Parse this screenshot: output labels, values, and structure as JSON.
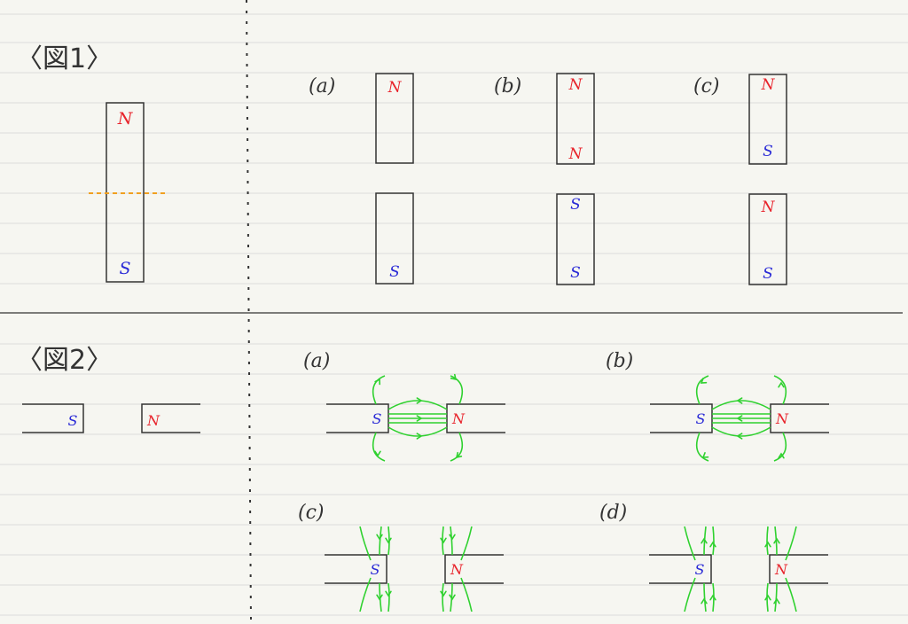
{
  "colors": {
    "paper": "#f6f6f1",
    "rule": "#dcdcdc",
    "ink": "#333333",
    "north": "#e8232b",
    "south": "#2a2ad6",
    "field": "#2fd12f",
    "cut": "#f0a020"
  },
  "fig1": {
    "title": "〈図1〉",
    "main_magnet": {
      "top_pole": "N",
      "bottom_pole": "S"
    },
    "options": [
      {
        "label": "(a)",
        "upper": [
          "N",
          ""
        ],
        "lower": [
          "",
          "S"
        ]
      },
      {
        "label": "(b)",
        "upper": [
          "N",
          "N"
        ],
        "lower": [
          "S",
          "S"
        ]
      },
      {
        "label": "(c)",
        "upper": [
          "N",
          "S"
        ],
        "lower": [
          "N",
          "S"
        ]
      }
    ]
  },
  "fig2": {
    "title": "〈図2〉",
    "magnets": {
      "left_pole": "S",
      "right_pole": "N"
    },
    "options": [
      {
        "label": "(a)",
        "pattern": "attract",
        "arrows": "s-to-n"
      },
      {
        "label": "(b)",
        "pattern": "attract",
        "arrows": "n-to-s"
      },
      {
        "label": "(c)",
        "pattern": "repel",
        "arrows": "down"
      },
      {
        "label": "(d)",
        "pattern": "repel",
        "arrows": "up"
      }
    ]
  }
}
